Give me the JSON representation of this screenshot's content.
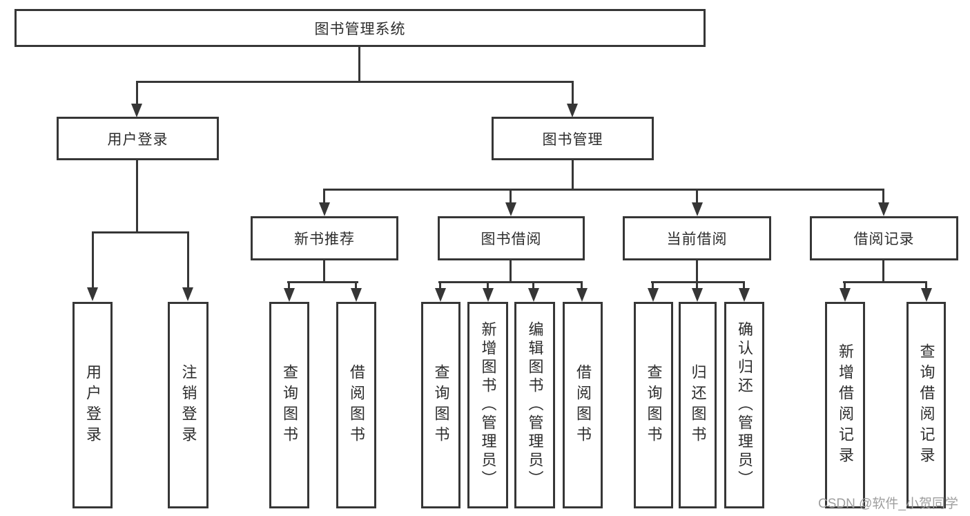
{
  "nodes": {
    "root": "图书管理系统",
    "level2": [
      "用户登录",
      "图书管理"
    ],
    "level3": [
      "新书推荐",
      "图书借阅",
      "当前借阅",
      "借阅记录"
    ],
    "leaves": {
      "user_login": [
        "用户登录",
        "注销登录"
      ],
      "new_book": [
        "查询图书",
        "借阅图书"
      ],
      "book_borrow": [
        "查询图书",
        "新增图书（管理员）",
        "编辑图书（管理员）",
        "借阅图书"
      ],
      "current_borrow": [
        "查询图书",
        "归还图书",
        "确认归还（管理员）"
      ],
      "borrow_record": [
        "新增借阅记录",
        "查询借阅记录"
      ]
    }
  },
  "watermark": "CSDN @软件_小贺同学",
  "colors": {
    "line": "#363636",
    "text": "#2d2d2d",
    "watermark": "#9e9e9e",
    "background": "#ffffff"
  }
}
